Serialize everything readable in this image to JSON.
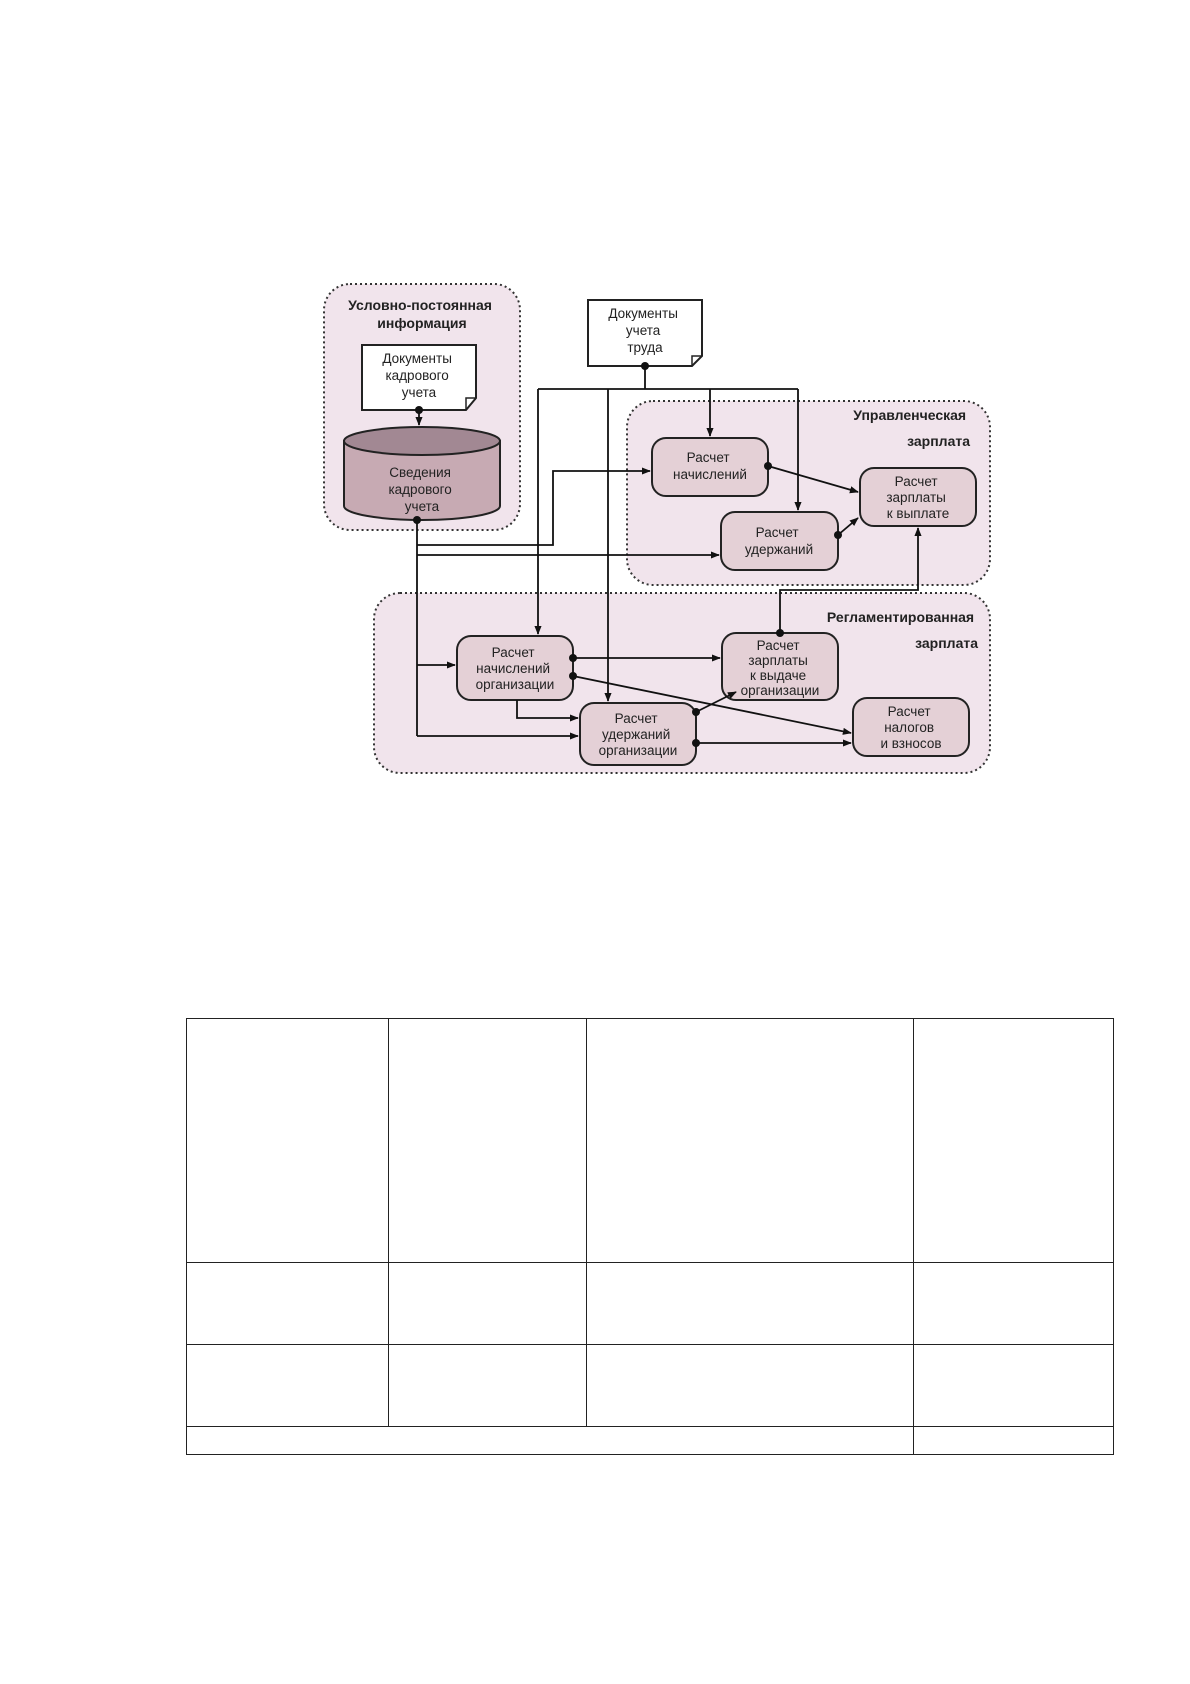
{
  "diagram": {
    "zones": {
      "constant": [
        "Условно-постоянная",
        "информация"
      ],
      "management": [
        "Управленческая",
        "зарплата"
      ],
      "regulated": [
        "Регламентированная",
        "зарплата"
      ]
    },
    "documents": {
      "hr_docs": [
        "Документы",
        "кадрового",
        "учета"
      ],
      "labor_docs": [
        "Документы",
        "учета",
        "труда"
      ]
    },
    "database": {
      "hr_info": [
        "Сведения",
        "кадрового",
        "учета"
      ]
    },
    "processes": {
      "mgmt_accruals": [
        "Расчет",
        "начислений"
      ],
      "mgmt_deductions": [
        "Расчет",
        "удержаний"
      ],
      "mgmt_payout": [
        "Расчет",
        "зарплаты",
        "к выплате"
      ],
      "org_accruals": [
        "Расчет",
        "начислений",
        "организации"
      ],
      "org_deductions": [
        "Расчет",
        "удержаний",
        "организации"
      ],
      "org_payout": [
        "Расчет",
        "зарплаты",
        "к выдаче",
        "организации"
      ],
      "taxes": [
        "Расчет",
        "налогов",
        "и взносов"
      ]
    },
    "colors": {
      "zone_fill": "#f1e4ec",
      "process_fill": "#e4d0d6",
      "line": "#111111"
    }
  },
  "table": {
    "rows": [
      [
        "",
        "",
        "",
        ""
      ],
      [
        "",
        "",
        "",
        ""
      ],
      [
        "",
        "",
        "",
        ""
      ]
    ],
    "total_row": [
      "",
      ""
    ]
  }
}
